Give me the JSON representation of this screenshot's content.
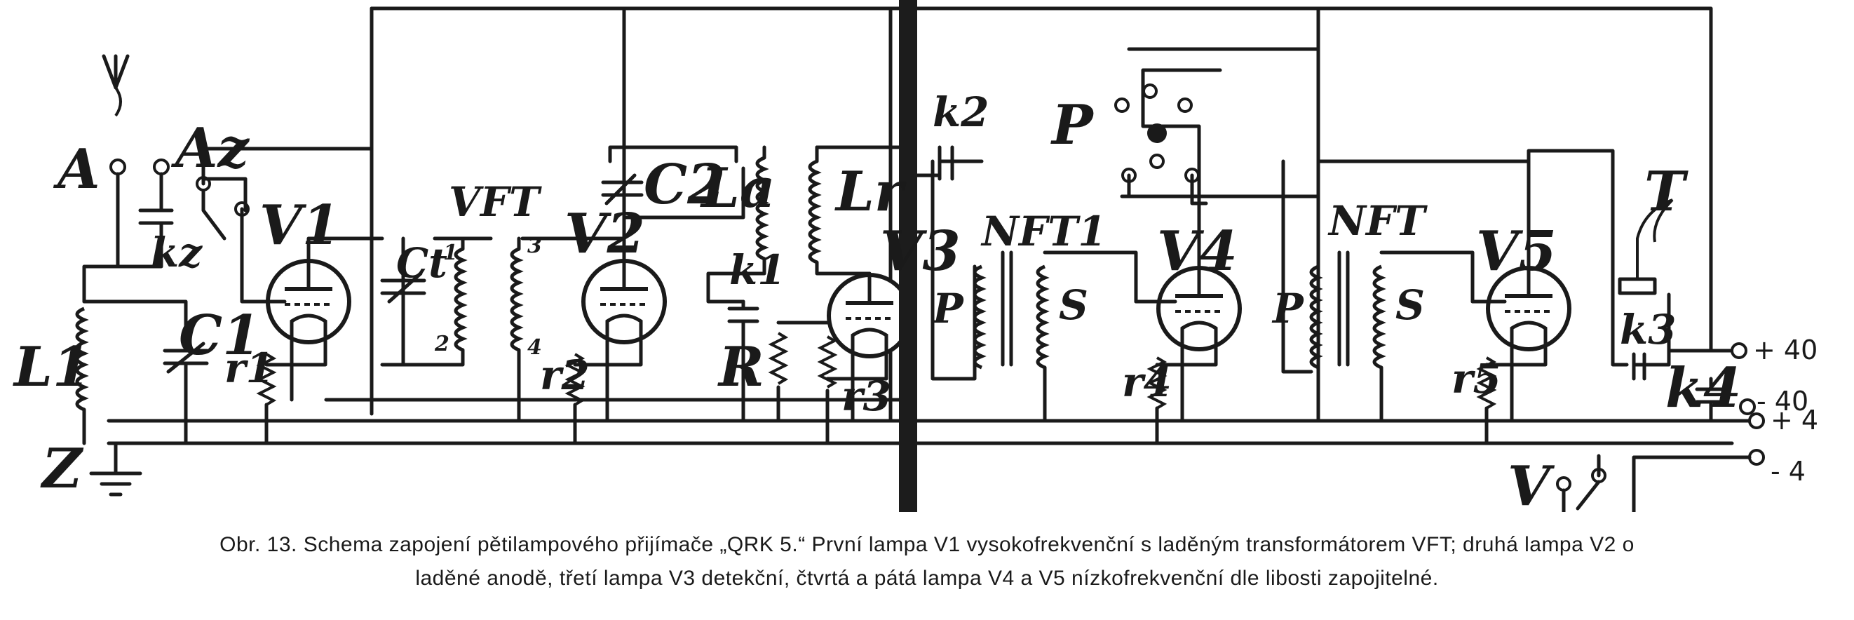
{
  "figure": {
    "caption_line_1": "Obr. 13. Schema zapojení pětilampového přijímače „QRK 5.“ První lampa V1 vysokofrekvenční s laděným transformátorem VFT; druhá lampa V2 o",
    "caption_line_2": "laděné anodě, třetí lampa V3 detekční, čtvrtá a pátá lampa V4 a V5 nízkofrekvenční dle libosti zapojitelné."
  },
  "labels": {
    "antenna": "A",
    "antenna_z": "Az",
    "ground": "Z",
    "coil_l1": "L1",
    "cap_c1": "C1",
    "cap_kz": "kz",
    "res_r1": "r1",
    "tube_v1": "V1",
    "cap_ct": "Ct",
    "vft": "VFT",
    "vft_pin_1": "1",
    "vft_pin_2": "2",
    "vft_pin_3": "3",
    "vft_pin_4": "4",
    "tube_v2": "V2",
    "res_r2": "r2",
    "cap_c2": "C2",
    "coil_la": "La",
    "coil_lr": "Lr",
    "cap_k1": "k1",
    "res_r": "R",
    "tube_v3": "V3",
    "res_r3": "r3",
    "cap_k2": "k2",
    "nft1": "NFT1",
    "nft1_p": "P",
    "nft1_s": "S",
    "switch_p": "P",
    "tube_v4": "V4",
    "res_r4": "r4",
    "nft": "NFT",
    "nft_p": "P",
    "nft_s": "S",
    "tube_v5": "V5",
    "res_r5": "r5",
    "phones_t": "T",
    "cap_k3": "k3",
    "cap_k4": "k4",
    "switch_v": "V",
    "term_plus_40": "+ 40",
    "term_minus_40": "- 40",
    "term_plus_4": "+ 4",
    "term_minus_4": "- 4"
  }
}
